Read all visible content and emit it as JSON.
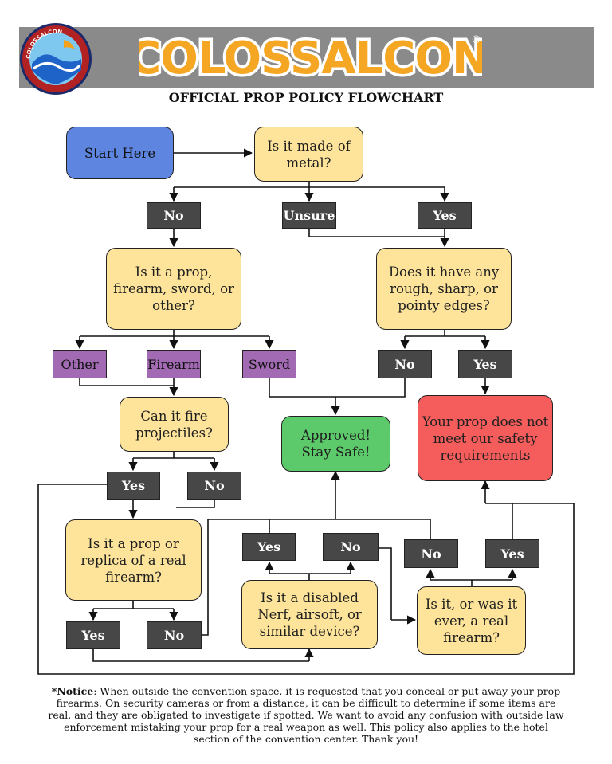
{
  "header": {
    "brand": "COLOSSALCON",
    "registered": "®",
    "subtitle": "OFFICIAL PROP POLICY FLOWCHART",
    "logo_ring_text": "COLOSSALCON"
  },
  "nodes": {
    "start": "Start Here",
    "metal": "Is it made of metal?",
    "type": "Is it a prop, firearm, sword, or other?",
    "edges": "Does it have any rough, sharp, or pointy edges?",
    "fire": "Can it fire projectiles?",
    "approved": "Approved! Stay Safe!",
    "fail": "Your prop does not meet our safety requirements",
    "replica": "Is it a prop or replica of a real firearm?",
    "nerf": "Is it a disabled Nerf, airsoft, or similar device?",
    "real": "Is it, or was it ever, a real firearm?"
  },
  "labels": {
    "metal_no": "No",
    "metal_unsure": "Unsure",
    "metal_yes": "Yes",
    "other": "Other",
    "firearm": "Firearm",
    "sword": "Sword",
    "edges_no": "No",
    "edges_yes": "Yes",
    "fire_yes": "Yes",
    "fire_no": "No",
    "nerf_yes": "Yes",
    "nerf_no": "No",
    "real_no": "No",
    "real_yes": "Yes",
    "replica_yes": "Yes",
    "replica_no": "No"
  },
  "notice": {
    "label": "*Notice",
    "text": ": When outside the convention space, it is requested that you conceal or put away your prop firearms. On security cameras or from a distance, it can be difficult to determine if some items are real, and they are obligated to investigate if spotted. We want to avoid any confusion with outside law enforcement mistaking your prop for a real weapon as well. This policy also applies to the hotel section of the convention center. Thank you!"
  },
  "colors": {
    "header_bar": "#8a8a8a",
    "question": "#fde49a",
    "start": "#5e86e0",
    "approved": "#5cc96a",
    "fail": "#f55c5c",
    "answer": "#474747",
    "category": "#a16ab3",
    "brand_fill": "#f5a623"
  }
}
